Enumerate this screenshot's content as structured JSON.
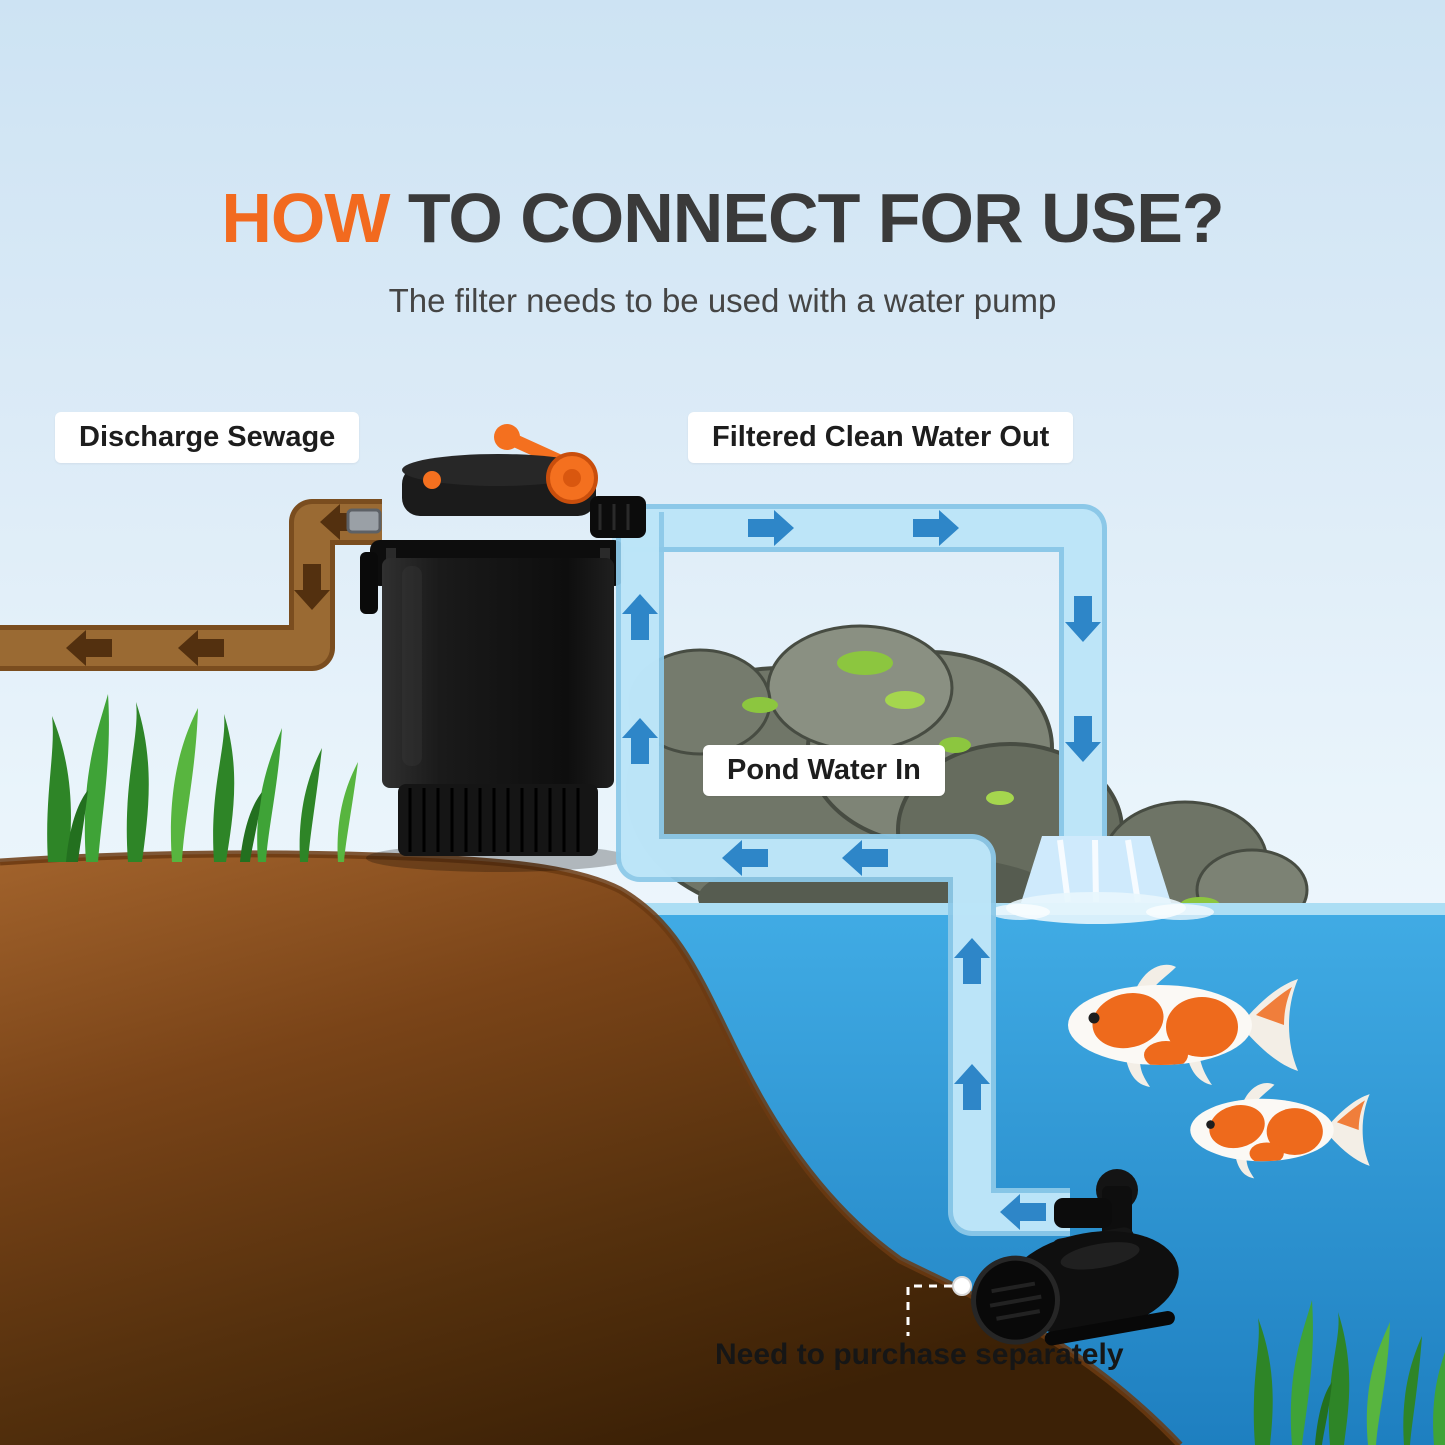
{
  "title": {
    "highlight": "HOW",
    "rest": " TO CONNECT FOR USE?"
  },
  "subtitle": "The filter needs to be used with a water pump",
  "labels": {
    "discharge": "Discharge Sewage",
    "clean_out": "Filtered Clean Water Out",
    "pond_in": "Pond Water In",
    "purchase_note": "Need to purchase separately"
  },
  "palette": {
    "accent_orange": "#F26A1F",
    "title_dark": "#3A3A3A",
    "flow_arrow_blue": "#2E86C8",
    "clean_pipe_blue": "#BDE5F8",
    "discharge_pipe_brown": "#9A6A33",
    "discharge_arrow_brown": "#53300F",
    "pond_water_blue": "#2D9CDB",
    "dirt_brown": "#7A4418",
    "grass_green": "#3FA337",
    "sky_blue": "#CDE3F3",
    "filter_black": "#141414"
  },
  "scene_elements": [
    "pressure-filter",
    "discharge-pipe",
    "clean-water-pipe",
    "pond-water-pipe",
    "rock-cluster",
    "waterfall",
    "pond-water",
    "ground",
    "grass-left",
    "grass-right",
    "koi-fish",
    "water-pump",
    "separate-purchase-indicator"
  ]
}
